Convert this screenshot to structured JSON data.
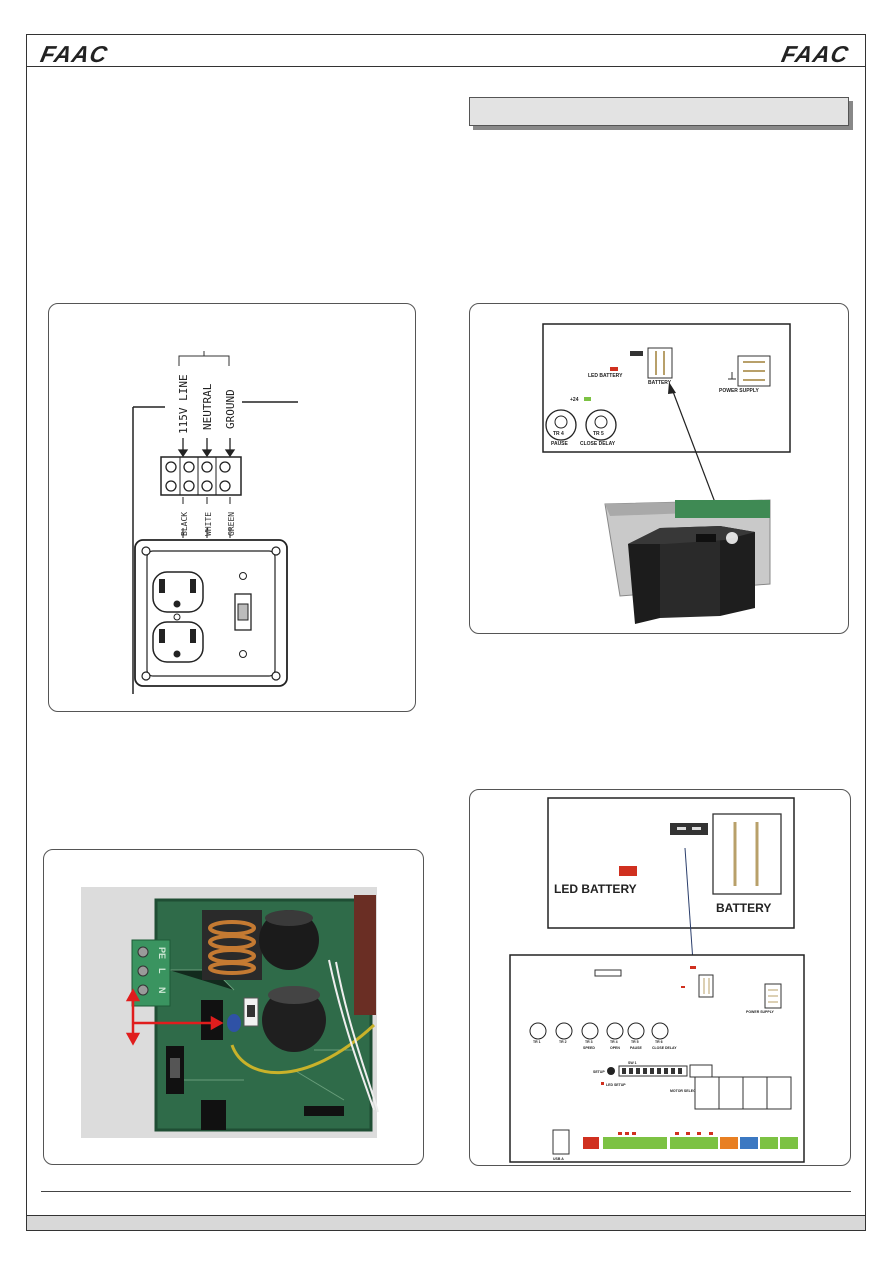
{
  "header": {
    "logo_left": "FAAC",
    "logo_right": "FAAC"
  },
  "section": {
    "title": ""
  },
  "wiring_figure": {
    "terminal_labels": [
      "115V LINE",
      "NEUTRAL",
      "GROUND"
    ],
    "wire_labels": [
      "BLACK",
      "WHITE",
      "GREEN"
    ]
  },
  "power_board_photo": {
    "terminal_marks": [
      "PE",
      "L",
      "N"
    ]
  },
  "battery_figure": {
    "led_battery": "LED BATTERY",
    "battery": "BATTERY",
    "power_supply": "POWER SUPPLY",
    "plus24": "+24",
    "trimmers": [
      {
        "id": "TR 4",
        "name": "PAUSE"
      },
      {
        "id": "TR 5",
        "name": "CLOSE DELAY"
      }
    ]
  },
  "board_figure": {
    "led_battery": "LED BATTERY",
    "battery": "BATTERY",
    "power_supply": "POWER SUPPLY",
    "motor_selection": "MOTOR SELECTION",
    "usb": "USB A",
    "sw1": "SW 1",
    "led_setup": "LED SETUP",
    "setup": "SETUP",
    "trimmers": [
      "TR 1",
      "TR 2",
      "TR 3",
      "TR 4",
      "TR 5",
      "TR 6"
    ],
    "trimmer_names": [
      "SPEED",
      "OPEN",
      "PAUSE",
      "CLOSE DELAY"
    ]
  },
  "colors": {
    "battery_terminal": "#b8a06a",
    "led_red": "#d0301f",
    "terminal_green": "#7cc243",
    "terminal_orange": "#e87f22",
    "terminal_blue": "#3b78c2",
    "arrow_red": "#e01d1d"
  }
}
